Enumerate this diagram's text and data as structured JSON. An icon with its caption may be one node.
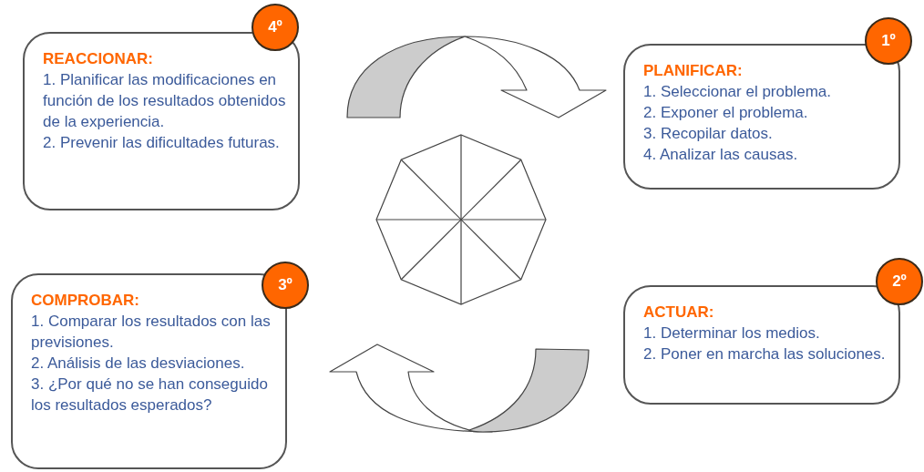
{
  "diagram": {
    "nodes": [
      {
        "text": [
          "REACCIONAR:",
          "1. Planificar las modificaciones en función de los resultados obtenidos de la experiencia.",
          "2. Prevenir las dificultades futuras."
        ]
      },
      {
        "text": [
          "4º"
        ]
      },
      {
        "text": [
          "PLANIFICAR:",
          "1. Seleccionar el problema.",
          "2. Exponer el problema.",
          "3. Recopilar datos.",
          "4. Analizar las causas."
        ]
      },
      {
        "text": [
          "1º"
        ]
      },
      {
        "text": [
          "COMPROBAR:",
          "1. Comparar los resultados con las previsiones.",
          "2. Análisis de las desviaciones.",
          "3. ¿Por qué no se han conseguido los resultados esperados?"
        ]
      },
      {
        "text": [
          "3º"
        ]
      },
      {
        "text": [
          "ACTUAR:",
          "1. Determinar los medios.",
          "2. Poner en marcha las soluciones."
        ]
      },
      {
        "text": [
          "2º"
        ]
      }
    ]
  }
}
